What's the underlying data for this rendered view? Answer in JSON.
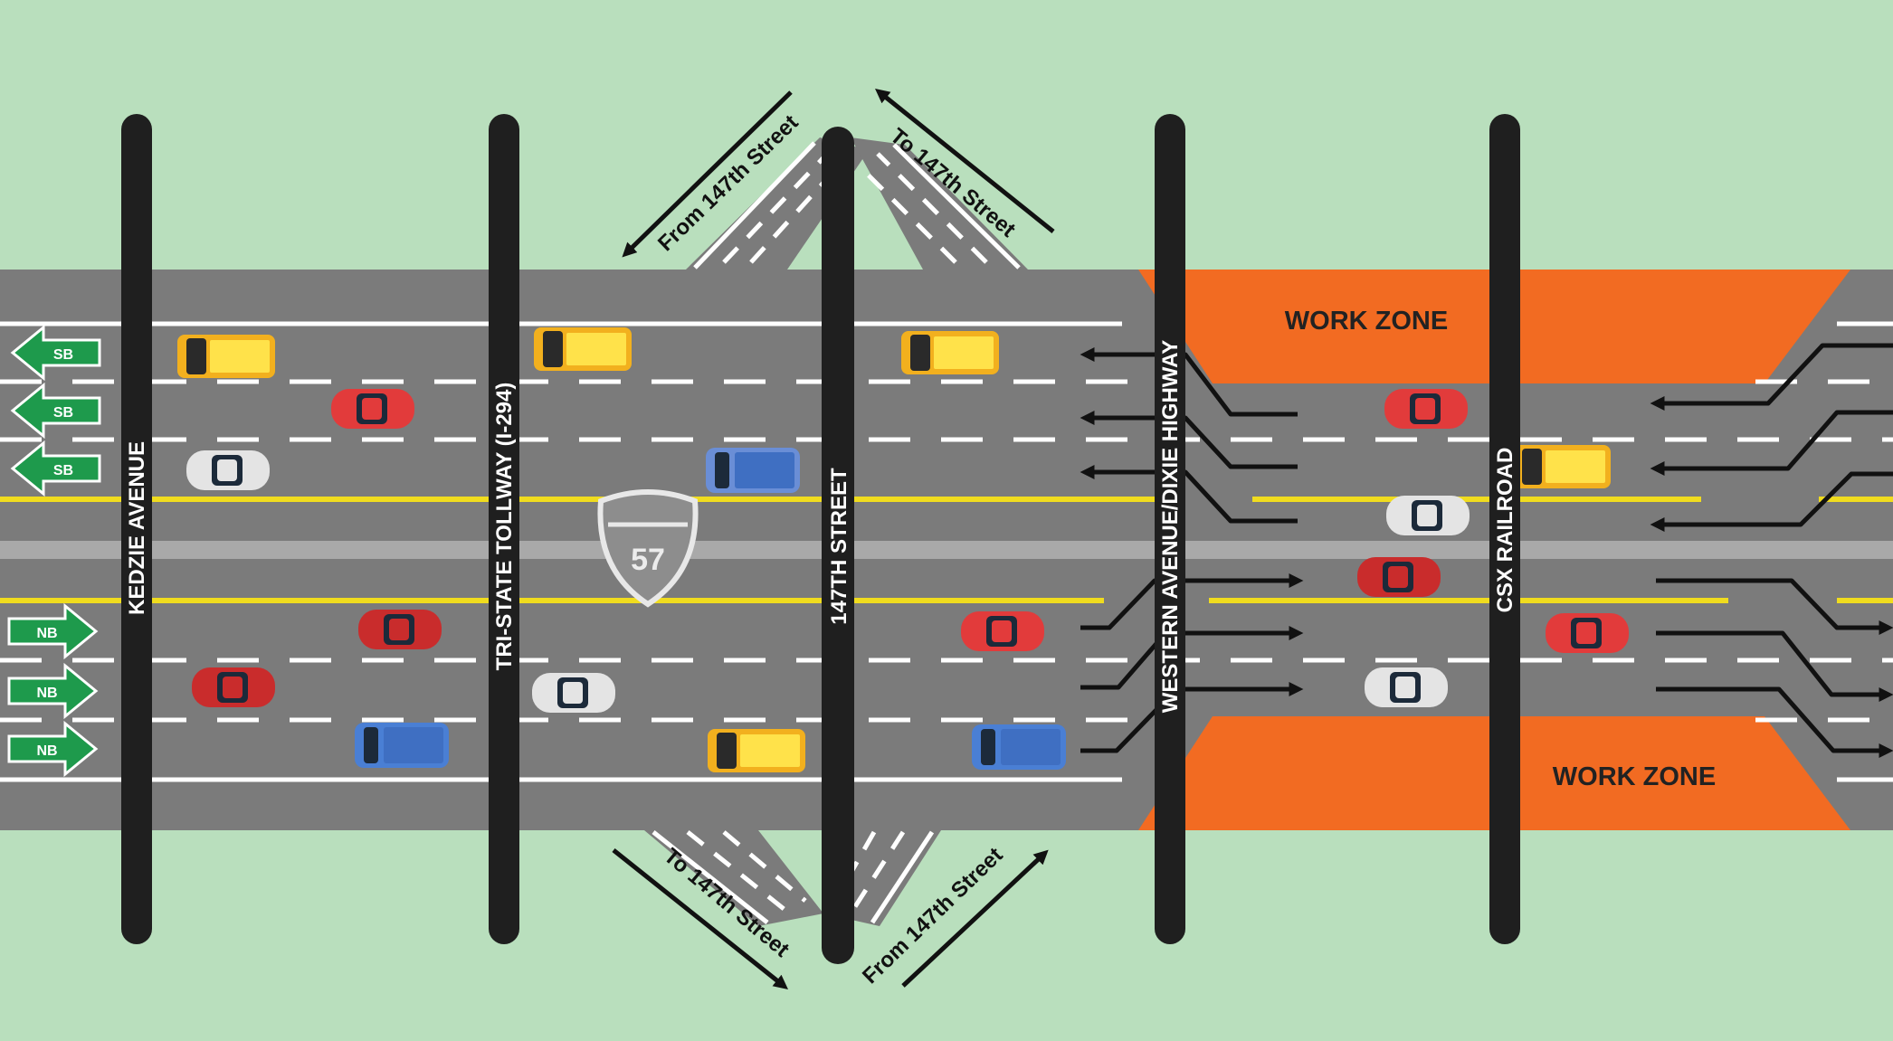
{
  "colors": {
    "grass": "#b9dfbd",
    "road": "#7b7b7b",
    "lane_line": "#ffffff",
    "center_line": "#f0dc1e",
    "median": "#a9a9a9",
    "work_zone": "#f26b22",
    "overpass": "#1f1f1f",
    "sign_green": "#1e9a4c",
    "arrow": "#111111"
  },
  "cross_streets": [
    {
      "id": "kedzie",
      "label": "KEDZIE AVENUE"
    },
    {
      "id": "tristate",
      "label": "TRI-STATE TOLLWAY (I-294)"
    },
    {
      "id": "street147",
      "label": "147TH STREET"
    },
    {
      "id": "western",
      "label": "WESTERN AVENUE/DIXIE HIGHWAY"
    },
    {
      "id": "csx",
      "label": "CSX RAILROAD"
    }
  ],
  "ramps": {
    "from_147_nw": "From 147th Street",
    "to_147_ne": "To 147th Street",
    "to_147_sw": "To 147th Street",
    "from_147_se": "From 147th Street"
  },
  "work_zones": {
    "north": "WORK ZONE",
    "south": "WORK ZONE"
  },
  "shield": {
    "number": "57",
    "icon": "interstate-shield-icon"
  },
  "direction_signs": [
    {
      "label": "SB",
      "icon": "arrow-left-icon"
    },
    {
      "label": "SB",
      "icon": "arrow-left-icon"
    },
    {
      "label": "SB",
      "icon": "arrow-left-icon"
    },
    {
      "label": "NB",
      "icon": "arrow-right-icon"
    },
    {
      "label": "NB",
      "icon": "arrow-right-icon"
    },
    {
      "label": "NB",
      "icon": "arrow-right-icon"
    }
  ]
}
